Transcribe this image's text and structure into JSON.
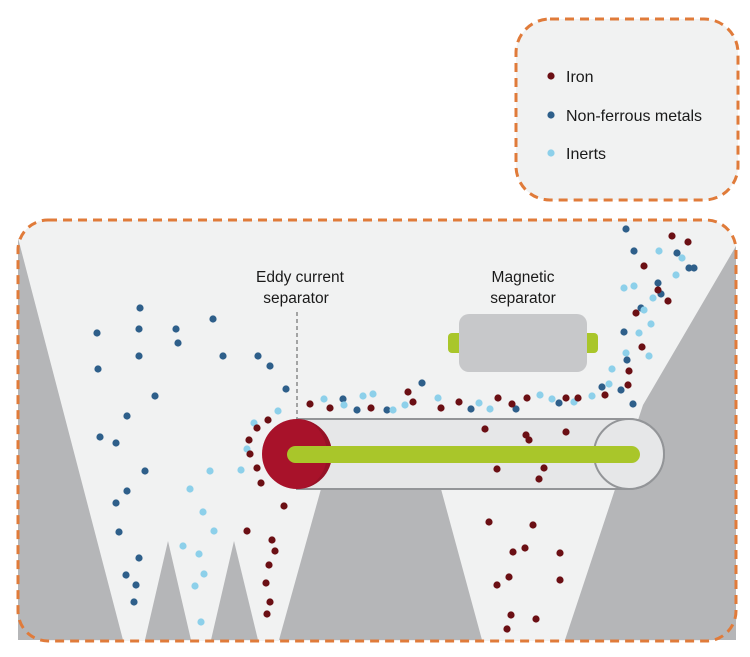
{
  "legend": {
    "items": [
      {
        "label": "Iron",
        "color": "#6b0f14"
      },
      {
        "label": "Non-ferrous metals",
        "color": "#2e5f8a"
      },
      {
        "label": "Inerts",
        "color": "#8dd0ea"
      }
    ]
  },
  "labels": {
    "eddy_line1": "Eddy current",
    "eddy_line2": "separator",
    "magnetic_line1": "Magnetic",
    "magnetic_line2": "separator"
  },
  "colors": {
    "border": "#e07b3a",
    "panel_bg": "#f1f2f2",
    "hopper": "#b5b6b8",
    "belt": "#e6e7e8",
    "belt_outline": "#939598",
    "drum_red": "#a8122a",
    "drum_dark": "#861022",
    "green_bar": "#a9c62a",
    "magnet_body": "#c7c8ca"
  }
}
